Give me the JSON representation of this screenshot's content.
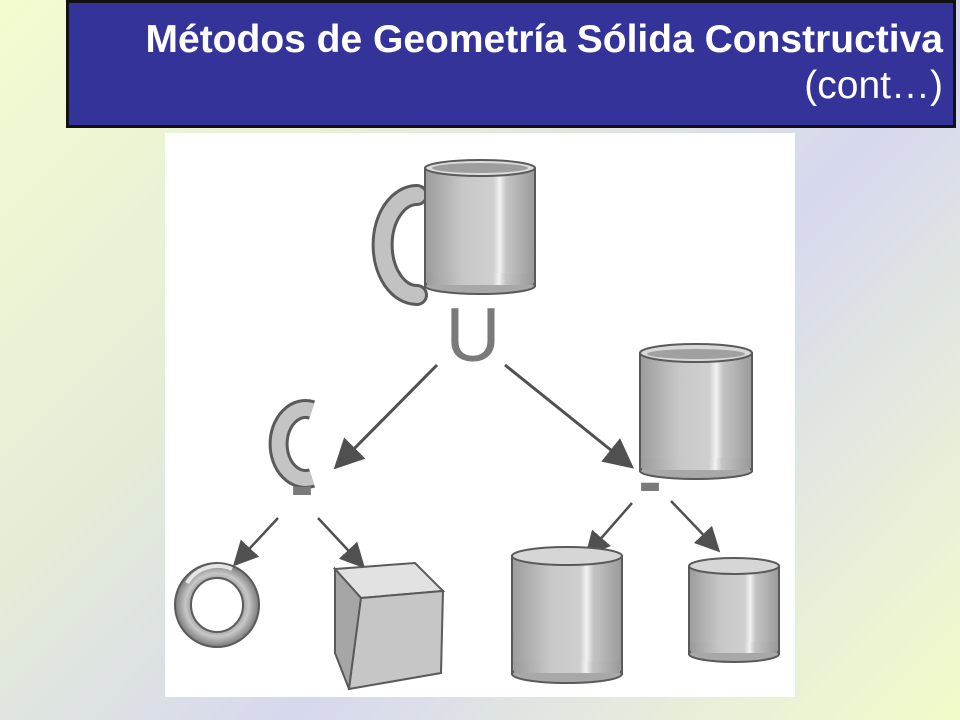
{
  "slide": {
    "title": "Métodos de Geometría Sólida Constructiva",
    "subtitle": "(cont…)"
  },
  "diagram": {
    "root_op": "U",
    "left_op": "-",
    "right_op": "-",
    "colors": {
      "fill": "#c4c4c4",
      "fill_dark": "#8f8f8f",
      "outline": "#5a5a5a",
      "highlight": "#eeeeee",
      "operator": "#7a7a7a",
      "arrow": "#505050"
    }
  }
}
